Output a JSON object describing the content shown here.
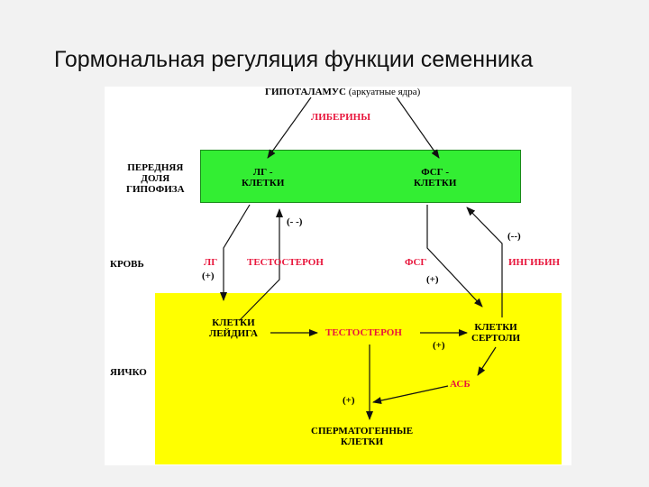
{
  "slide": {
    "title": "Гормональная регуляция функции семенника"
  },
  "diagram": {
    "hypothalamus": "ГИПОТАЛАМУС",
    "hypothalamus_note": "(аркуатные ядра)",
    "liberins": "ЛИБЕРИНЫ",
    "pituitary": "ПЕРЕДНЯЯ\nДОЛЯ\nГИПОФИЗА",
    "lh_cells": "ЛГ -\nКЛЕТКИ",
    "fsh_cells": "ФСГ -\nКЛЕТКИ",
    "blood": "КРОВЬ",
    "lh": "ЛГ",
    "testosterone_blood": "ТЕСТОСТЕРОН",
    "fsh": "ФСГ",
    "inhibin": "ИНГИБИН",
    "testis": "ЯИЧКО",
    "leydig": "КЛЕТКИ\nЛЕЙДИГА",
    "testosterone_testis": "ТЕСТОСТЕРОН",
    "sertoli": "КЛЕТКИ\nСЕРТОЛИ",
    "abp": "АСБ",
    "spermatogenic": "СПЕРМАТОГЕННЫЕ\nКЛЕТКИ",
    "sign_testosterone_feedback": "(- -)",
    "sign_inhibin_feedback": "(--)",
    "sign_lh": "(+)",
    "sign_fsh": "(+)",
    "sign_testosterone_sertoli": "(+)",
    "sign_spermatogenesis": "(+)"
  },
  "colors": {
    "green": "#33ee33",
    "yellow": "#ffff00",
    "red_text": "#e8163c"
  }
}
